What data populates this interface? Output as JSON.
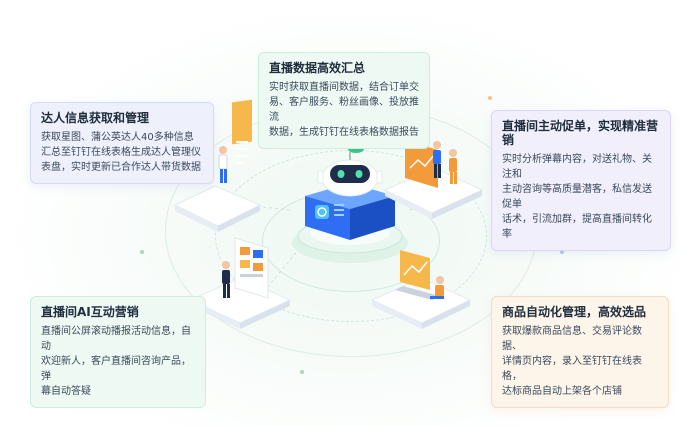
{
  "center_card": {
    "title": "直播数据高效汇总",
    "lines": [
      "实时获取直播间数据，结合订单交",
      "易、客户服务、粉丝画像、投放推流",
      "数据，生成钉钉在线表格数据报告"
    ]
  },
  "top_left_card": {
    "title": "达人信息获取和管理",
    "lines": [
      "获取星图、蒲公英达人40多种信息",
      "汇总至钉钉在线表格生成达人管理仪",
      "表盘，实时更新已合作达人带货数据"
    ]
  },
  "top_right_card": {
    "title": "直播间主动促单，实现精准营销",
    "lines": [
      "实时分析弹幕内容，对送礼物、关注和",
      "主动咨询等高质量潜客，私信发送促单",
      "话术，引流加群，提高直播间转化率"
    ]
  },
  "bottom_left_card": {
    "title": "直播间AI互动营销",
    "lines": [
      "直播间公屏滚动播报活动信息，自动",
      "欢迎新人，客户直播间咨询产品，弹",
      "幕自动答疑"
    ]
  },
  "bottom_right_card": {
    "title": "商品自动化管理，高效选品",
    "lines": [
      "获取爆款商品信息、交易评论数据、",
      "详情页内容，录入至钉钉在线表格，",
      "达标商品自动上架各个店铺"
    ]
  },
  "colors": {
    "blue": "#2f6df2",
    "orange": "#f39a3b",
    "green": "#3cc38a",
    "purple": "#7b6bdc"
  }
}
